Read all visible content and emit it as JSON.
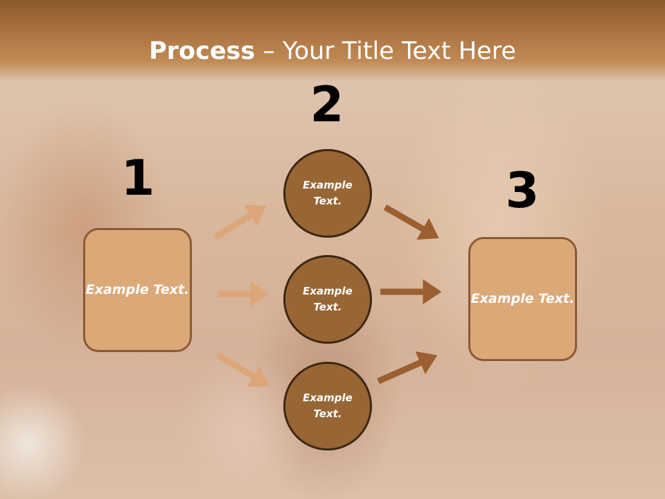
{
  "slide": {
    "title_bold": "Process",
    "title_rest": " – Your Title Text Here"
  },
  "steps": {
    "one": "1",
    "two": "2",
    "three": "3"
  },
  "nodes": {
    "left_box": "Example Text.",
    "circle_top": "Example Text.",
    "circle_middle": "Example Text.",
    "circle_bottom": "Example Text.",
    "right_box": "Example Text."
  },
  "colors": {
    "box_fill": "#dba878",
    "box_border": "#8a5a36",
    "circle_fill": "#976634",
    "circle_border": "#3e2612",
    "arrow_light": "#dca678",
    "arrow_dark": "#9b5f30",
    "title_band": "#a56d3c"
  }
}
